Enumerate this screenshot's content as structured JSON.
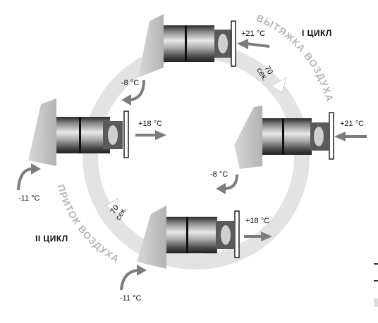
{
  "cycles": {
    "cycle1": "I ЦИКЛ",
    "cycle2": "II ЦИКЛ"
  },
  "arc_labels": {
    "exhaust": "ВЫТЯЖКА ВОЗДУХА",
    "supply": "ПРИТОК ВОЗДУХА"
  },
  "timer": {
    "value": "70",
    "unit": "сек."
  },
  "temperatures": {
    "top_room": "+21 °C",
    "top_out": "-8 °C",
    "left_room": "+18 °C",
    "left_out": "-11 °C",
    "right_room": "+21 °C",
    "right_out": "-8 °C",
    "bottom_room": "+18 °C",
    "bottom_out": "-11 °C"
  },
  "colors": {
    "ring": "#e3e3e3",
    "arrow": "#7d7d7d",
    "wall": "#c8c8c8",
    "text": "#111111"
  }
}
